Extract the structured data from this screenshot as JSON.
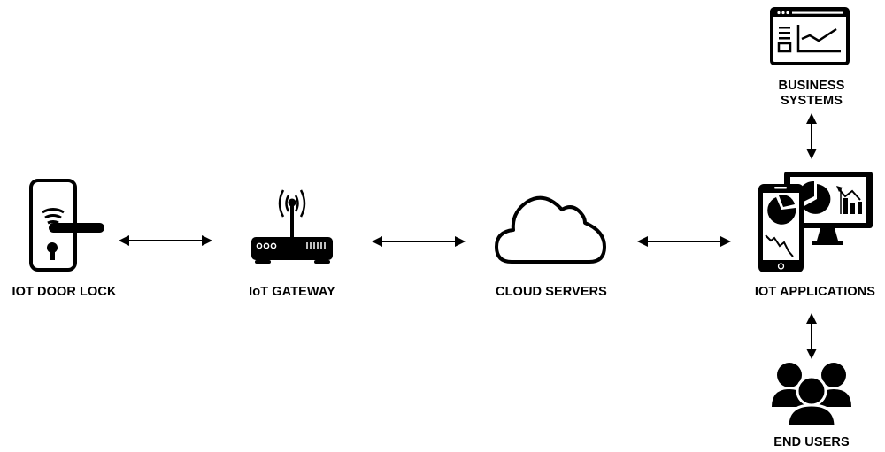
{
  "diagram": {
    "title": "IoT Smart Lock Architecture",
    "nodes": [
      {
        "id": "door_lock",
        "label": "IOT DOOR LOCK",
        "icon": "door-lock-icon"
      },
      {
        "id": "gateway",
        "label": "IoT GATEWAY",
        "icon": "router-icon"
      },
      {
        "id": "cloud",
        "label": "CLOUD SERVERS",
        "icon": "cloud-icon"
      },
      {
        "id": "applications",
        "label": "IOT APPLICATIONS",
        "icon": "devices-icon"
      },
      {
        "id": "business",
        "label_line1": "BUSINESS",
        "label_line2": "SYSTEMS",
        "icon": "browser-dashboard-icon"
      },
      {
        "id": "users",
        "label": "END USERS",
        "icon": "users-group-icon"
      }
    ],
    "edges": [
      {
        "from": "door_lock",
        "to": "gateway",
        "direction": "bidirectional"
      },
      {
        "from": "gateway",
        "to": "cloud",
        "direction": "bidirectional"
      },
      {
        "from": "cloud",
        "to": "applications",
        "direction": "bidirectional"
      },
      {
        "from": "applications",
        "to": "business",
        "direction": "bidirectional"
      },
      {
        "from": "applications",
        "to": "users",
        "direction": "bidirectional"
      }
    ],
    "colors": {
      "ink": "#000000",
      "background": "#ffffff"
    }
  }
}
